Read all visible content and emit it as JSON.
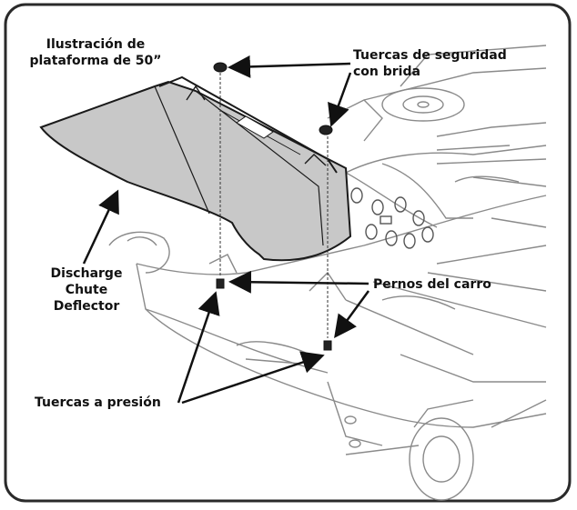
{
  "labels": {
    "illustration_title_line1": "Ilustración de",
    "illustration_title_line2": "plataforma de 50”",
    "flange_nuts_line1": "Tuercas de seguridad",
    "flange_nuts_line2": "con brida",
    "chute_line1": "Discharge",
    "chute_line2": "Chute",
    "chute_line3": "Deflector",
    "carriage_bolts": "Pernos del carro",
    "snap_nuts": "Tuercas a presión"
  },
  "colors": {
    "border": "#2a2a2a",
    "deflector_fill": "#c8c8c8",
    "line": "#1a1a1a",
    "deck_line": "#8a8a8a"
  }
}
